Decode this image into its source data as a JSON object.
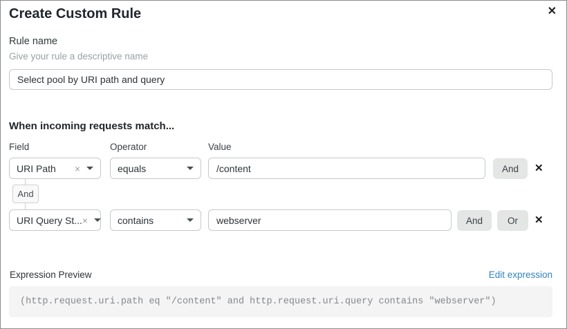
{
  "dialog": {
    "title": "Create Custom Rule"
  },
  "icons": {
    "close": "✕",
    "clear": "×",
    "remove": "✕"
  },
  "rule_name": {
    "label": "Rule name",
    "helper": "Give your rule a descriptive name",
    "value": "Select pool by URI path and query"
  },
  "match": {
    "heading": "When incoming requests match...",
    "columns": {
      "field": "Field",
      "operator": "Operator",
      "value": "Value"
    },
    "connector": "And",
    "rows": [
      {
        "field": "URI Path",
        "operator": "equals",
        "value": "/content",
        "buttons": [
          "And"
        ]
      },
      {
        "field": "URI Query St...",
        "operator": "contains",
        "value": "webserver",
        "buttons": [
          "And",
          "Or"
        ]
      }
    ]
  },
  "expression": {
    "label": "Expression Preview",
    "edit_link": "Edit expression",
    "code": "(http.request.uri.path eq \"/content\" and http.request.uri.query contains \"webserver\")"
  },
  "colors": {
    "link_blue": "#3183c0",
    "button_bg": "#e4e5e5",
    "code_bg": "#f4f4f5",
    "border": "#c6c8ca"
  }
}
